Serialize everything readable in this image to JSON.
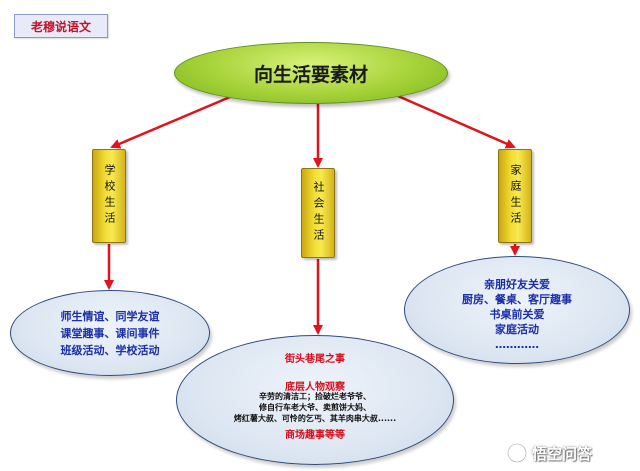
{
  "tag": {
    "label": "老穆说语文"
  },
  "root": {
    "label": "向生活要素材"
  },
  "branches": {
    "school": {
      "label": "学校生活",
      "lines": [
        "师生情谊、同学友谊",
        "课堂趣事、课间事件",
        "班级活动、学校活动"
      ]
    },
    "social": {
      "label": "社会生活",
      "heading1": "街头巷尾之事",
      "heading2": "底层人物观察",
      "body": [
        "辛劳的清洁工；捡破烂老爷爷、",
        "修自行车老大爷、卖煎饼大妈、",
        "烤红薯大叔、可怜的乞丐、其羊肉串大叔......"
      ],
      "heading3": "商场趣事等等"
    },
    "family": {
      "label": "家庭生活",
      "lines": [
        "亲朋好友关爱",
        "厨房、餐桌、客厅趣事",
        "书桌前关爱",
        "家庭活动",
        "…………"
      ]
    }
  },
  "watermark": {
    "text": "悟空问答",
    "icon": "wukong-logo-icon"
  },
  "colors": {
    "arrow": "#e0141c",
    "root_fill": "#a6d238",
    "pill_fill": "#f2dd32",
    "ellipse_fill": "#dbe5f1",
    "ellipse_text": "#1b2fa8",
    "highlight_text": "#d4101f"
  }
}
